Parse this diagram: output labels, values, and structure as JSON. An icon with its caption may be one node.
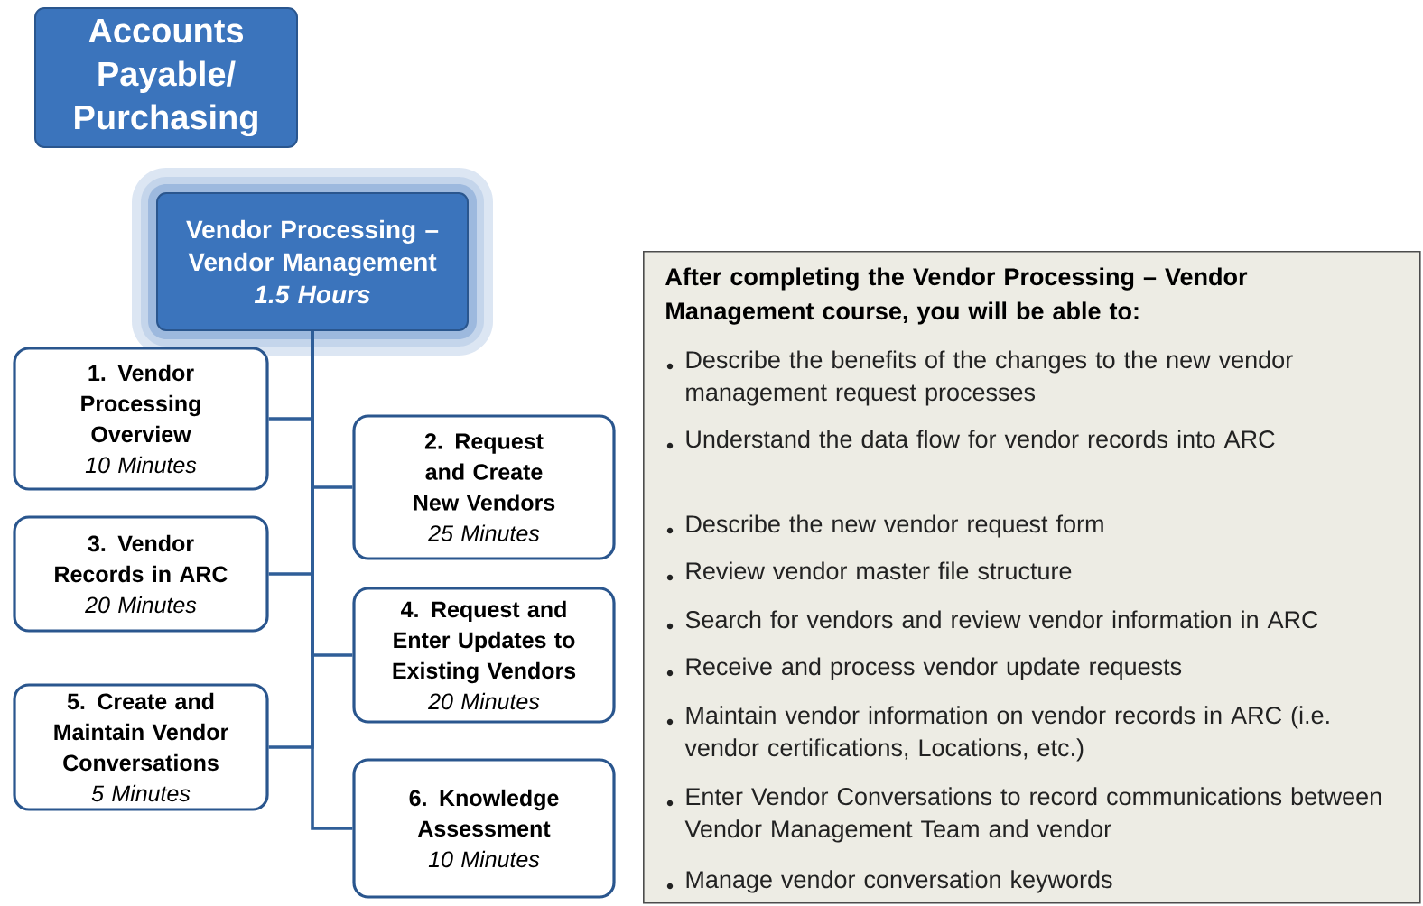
{
  "diagram": {
    "nodes": [
      {
        "text": [
          "Accounts Payable/ Purchasing"
        ]
      },
      {
        "text": [
          "Vendor Processing – Vendor Management",
          "1.5 Hours"
        ]
      },
      {
        "text": [
          "1. Vendor Processing Overview",
          "10 Minutes"
        ]
      },
      {
        "text": [
          "2. Request and Create New Vendors",
          "25 Minutes"
        ]
      },
      {
        "text": [
          "3. Vendor Records in ARC",
          "20 Minutes"
        ]
      },
      {
        "text": [
          "4. Request and Enter Updates to Existing Vendors",
          "20 Minutes"
        ]
      },
      {
        "text": [
          "5. Create and Maintain Vendor Conversations",
          "5 Minutes"
        ]
      },
      {
        "text": [
          "6. Knowledge Assessment",
          "10 Minutes"
        ]
      },
      {
        "text": [
          "After completing the Vendor Processing – Vendor Management course, you will be able to:",
          "Describe the benefits of the changes to the new vendor management request processes",
          "Understand the data flow for vendor records into ARC",
          "Describe the new vendor request form",
          "Review vendor master file structure",
          "Search for vendors and review vendor information in ARC",
          "Receive and process vendor update requests",
          "Maintain vendor information on vendor records in ARC (i.e. vendor certifications, Locations, etc.)",
          "Enter Vendor Conversations to record communications between Vendor Management Team and vendor",
          "Manage vendor conversation keywords"
        ]
      }
    ],
    "edges": [
      {
        "from": 1,
        "to": 2,
        "arrow": "none"
      },
      {
        "from": 1,
        "to": 3,
        "arrow": "none"
      },
      {
        "from": 1,
        "to": 4,
        "arrow": "none"
      },
      {
        "from": 1,
        "to": 5,
        "arrow": "none"
      },
      {
        "from": 1,
        "to": 6,
        "arrow": "none"
      },
      {
        "from": 1,
        "to": 7,
        "arrow": "none"
      }
    ]
  }
}
